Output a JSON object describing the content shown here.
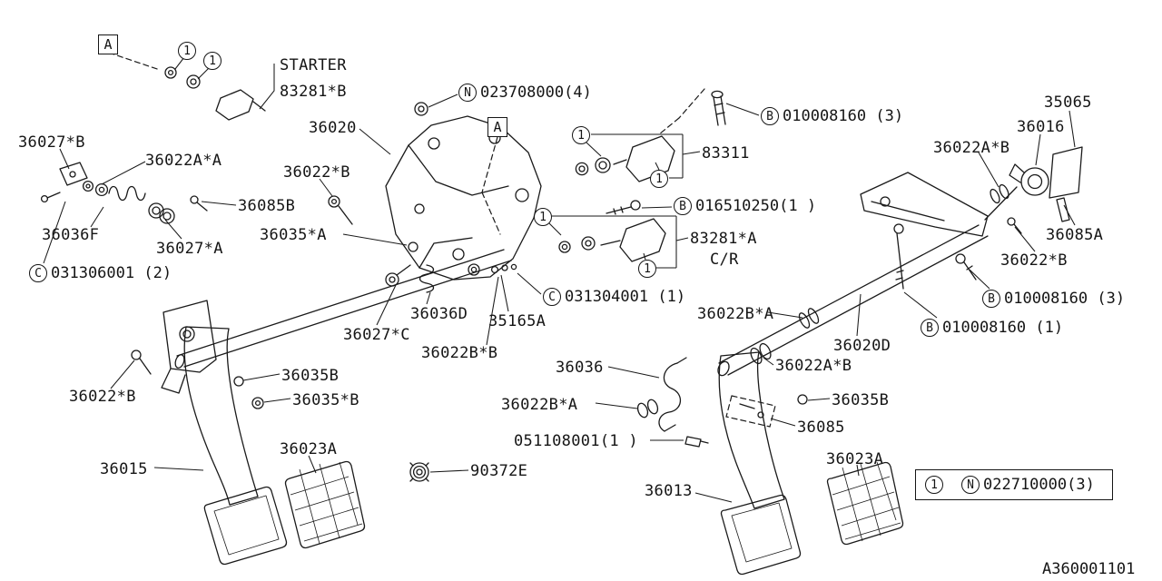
{
  "colors": {
    "ink": "#1a1a1a",
    "background": "#ffffff"
  },
  "drawing_number": "A360001101",
  "boxed_markers": [
    {
      "text": "A"
    },
    {
      "text": "A"
    }
  ],
  "circled_ones": [
    "1",
    "1",
    "1",
    "1",
    "1",
    "1"
  ],
  "part_labels": [
    {
      "text": "STARTER"
    },
    {
      "text": "83281*B"
    },
    {
      "text": "36020"
    },
    {
      "text": "35065"
    },
    {
      "text": "36016"
    },
    {
      "text": "36027*B"
    },
    {
      "text": "36022A*A"
    },
    {
      "text": "36022*B"
    },
    {
      "text": "83311"
    },
    {
      "text": "36022A*B"
    },
    {
      "text": "36085B"
    },
    {
      "text": "36036F"
    },
    {
      "text": "36027*A"
    },
    {
      "text": "36035*A"
    },
    {
      "text": "83281*A"
    },
    {
      "text": "C/R"
    },
    {
      "text": "36085A"
    },
    {
      "text": "36022*B"
    },
    {
      "text": "36036D"
    },
    {
      "text": "35165A"
    },
    {
      "text": "36027*C"
    },
    {
      "text": "36022B*A"
    },
    {
      "text": "36020D"
    },
    {
      "text": "36022B*B"
    },
    {
      "text": "36022A*B"
    },
    {
      "text": "36036"
    },
    {
      "text": "36035B"
    },
    {
      "text": "36035*B"
    },
    {
      "text": "36022*B"
    },
    {
      "text": "36022B*A"
    },
    {
      "text": "36035B"
    },
    {
      "text": "36085"
    },
    {
      "text": "051108001(1 )"
    },
    {
      "text": "36023A"
    },
    {
      "text": "36015"
    },
    {
      "text": "90372E"
    },
    {
      "text": "36013"
    },
    {
      "text": "36023A"
    }
  ],
  "fastener_labels": [
    {
      "prefix": "N",
      "num": "023708000(4)"
    },
    {
      "prefix": "B",
      "num": "010008160 (3)"
    },
    {
      "prefix": "B",
      "num": "016510250(1 )"
    },
    {
      "prefix": "C",
      "num": "031306001 (2)"
    },
    {
      "prefix": "C",
      "num": "031304001 (1)"
    },
    {
      "prefix": "B",
      "num": "010008160 (3)"
    },
    {
      "prefix": "B",
      "num": "010008160 (1)"
    }
  ],
  "legend": {
    "one": "1",
    "letter": "N",
    "num": "022710000(3)"
  }
}
